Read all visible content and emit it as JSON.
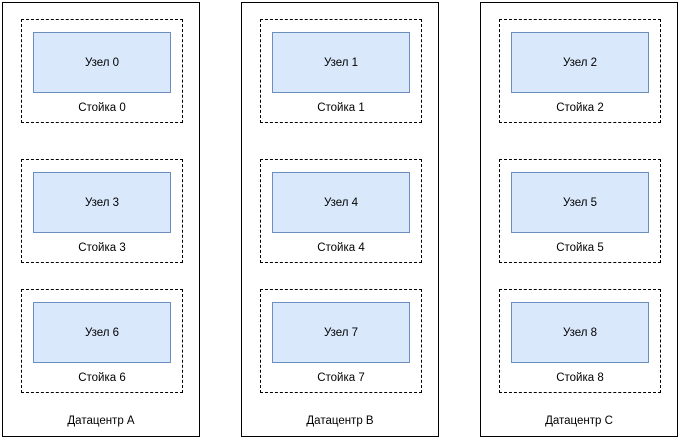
{
  "diagram": {
    "type": "nested-container-diagram",
    "title": "",
    "colors": {
      "node_fill": "#dae8fc",
      "node_stroke": "#6c8ebf",
      "rack_stroke": "#000000",
      "datacenter_stroke": "#000000",
      "background": "#ffffff",
      "text": "#000000"
    },
    "datacenters": [
      {
        "id": "dc-a",
        "label": "Датацентр A",
        "racks": [
          {
            "id": "rack-0",
            "label": "Стойка 0",
            "node": {
              "id": "node-0",
              "label": "Узел 0"
            }
          },
          {
            "id": "rack-3",
            "label": "Стойка 3",
            "node": {
              "id": "node-3",
              "label": "Узел 3"
            }
          },
          {
            "id": "rack-6",
            "label": "Стойка 6",
            "node": {
              "id": "node-6",
              "label": "Узел 6"
            }
          }
        ]
      },
      {
        "id": "dc-b",
        "label": "Датацентр B",
        "racks": [
          {
            "id": "rack-1",
            "label": "Стойка 1",
            "node": {
              "id": "node-1",
              "label": "Узел 1"
            }
          },
          {
            "id": "rack-4",
            "label": "Стойка 4",
            "node": {
              "id": "node-4",
              "label": "Узел 4"
            }
          },
          {
            "id": "rack-7",
            "label": "Стойка 7",
            "node": {
              "id": "node-7",
              "label": "Узел 7"
            }
          }
        ]
      },
      {
        "id": "dc-c",
        "label": "Датацентр C",
        "racks": [
          {
            "id": "rack-2",
            "label": "Стойка 2",
            "node": {
              "id": "node-2",
              "label": "Узел 2"
            }
          },
          {
            "id": "rack-5",
            "label": "Стойка 5",
            "node": {
              "id": "node-5",
              "label": "Узел 5"
            }
          },
          {
            "id": "rack-8",
            "label": "Стойка 8",
            "node": {
              "id": "node-8",
              "label": "Узел 8"
            }
          }
        ]
      }
    ]
  }
}
